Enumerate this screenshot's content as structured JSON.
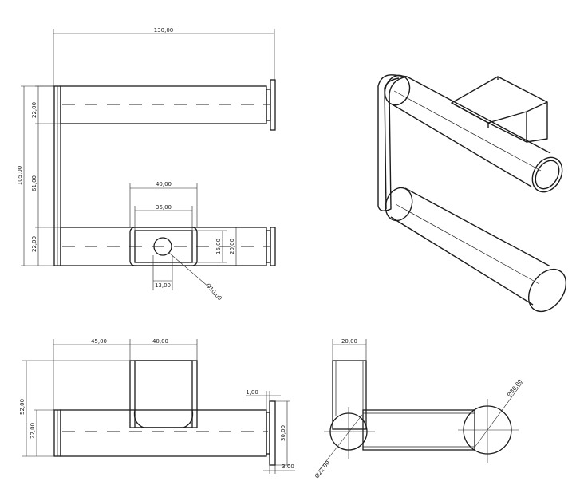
{
  "colors": {
    "line": "#1c1c1c",
    "background": "#ffffff"
  },
  "top_view": {
    "overall_length": "130,00",
    "overall_height": "105,00",
    "upper_bar_diameter": "22,00",
    "bar_spacing": "61,00",
    "lower_bar_diameter": "22,00",
    "bracket_width_outer": "40,00",
    "bracket_width_inner": "36,00",
    "bracket_height_outer": "20,00",
    "bracket_height_inner": "16,00",
    "hole_offset": "13,00",
    "hole_diameter": "Ø10,00"
  },
  "front_view": {
    "offset_to_bracket": "45,00",
    "bracket_width": "40,00",
    "total_height": "52,00",
    "bar_diameter": "22,00",
    "flange_gap": "1,00",
    "flange_height": "30,00",
    "flange_thickness": "3,00"
  },
  "side_view": {
    "bracket_width": "20,00",
    "bar_diameter": "Ø22,00",
    "flange_diameter": "Ø30,00"
  }
}
